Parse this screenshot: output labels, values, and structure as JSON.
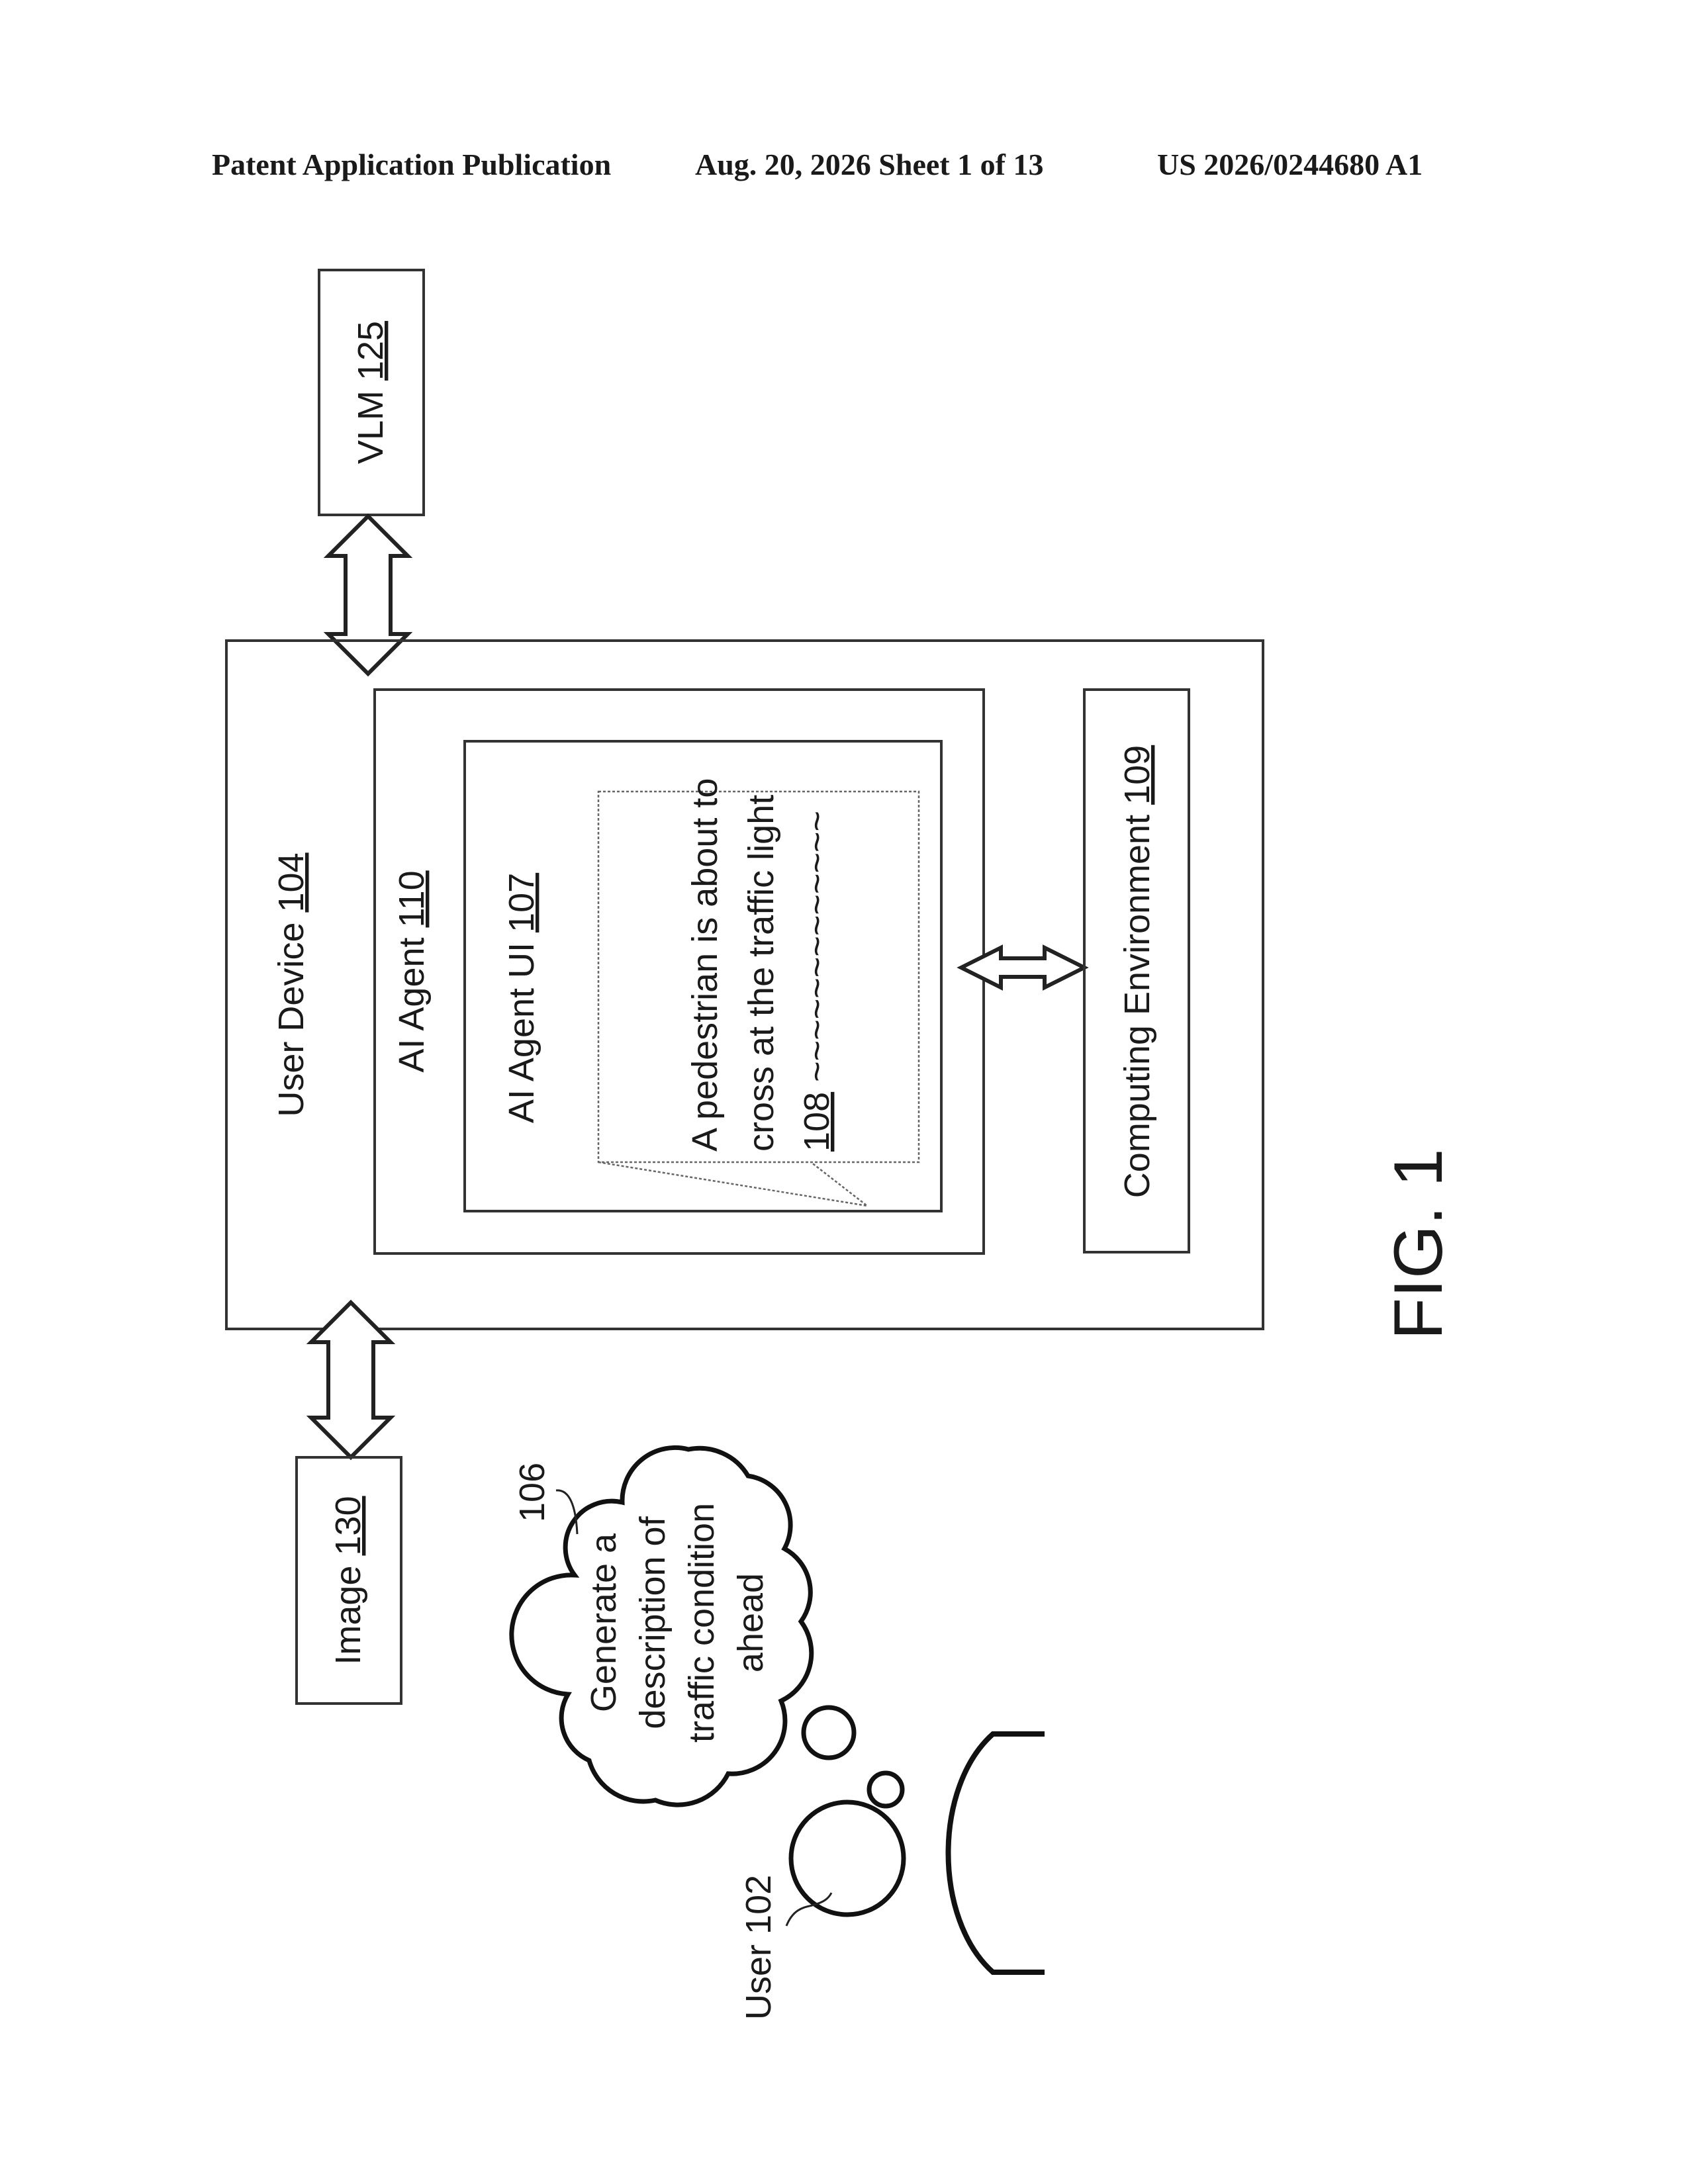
{
  "header": {
    "publication": "Patent Application Publication",
    "date_sheet": "Aug. 20, 2026  Sheet 1 of 13",
    "number": "US 2026/0244680 A1"
  },
  "diagram": {
    "vlm": {
      "label": "VLM",
      "ref": "125"
    },
    "user_device": {
      "label": "User Device",
      "ref": "104"
    },
    "ai_agent": {
      "label": "AI Agent",
      "ref": "110"
    },
    "ai_agent_ui": {
      "label": "AI Agent UI",
      "ref": "107"
    },
    "output": {
      "line1": "A pedestrian is about to",
      "line2": "cross at the traffic light",
      "ref": "108",
      "squiggle": "~~~~~~~~~~~~~"
    },
    "computing_environment": {
      "label": "Computing Environment",
      "ref": "109"
    },
    "image": {
      "label": "Image",
      "ref": "130"
    },
    "prompt": {
      "ref": "106",
      "line1": "Generate a",
      "line2": "description of",
      "line3": "traffic condition",
      "line4": "ahead"
    },
    "user": {
      "label": "User",
      "ref": "102"
    },
    "figure_label": "FIG. 1"
  }
}
